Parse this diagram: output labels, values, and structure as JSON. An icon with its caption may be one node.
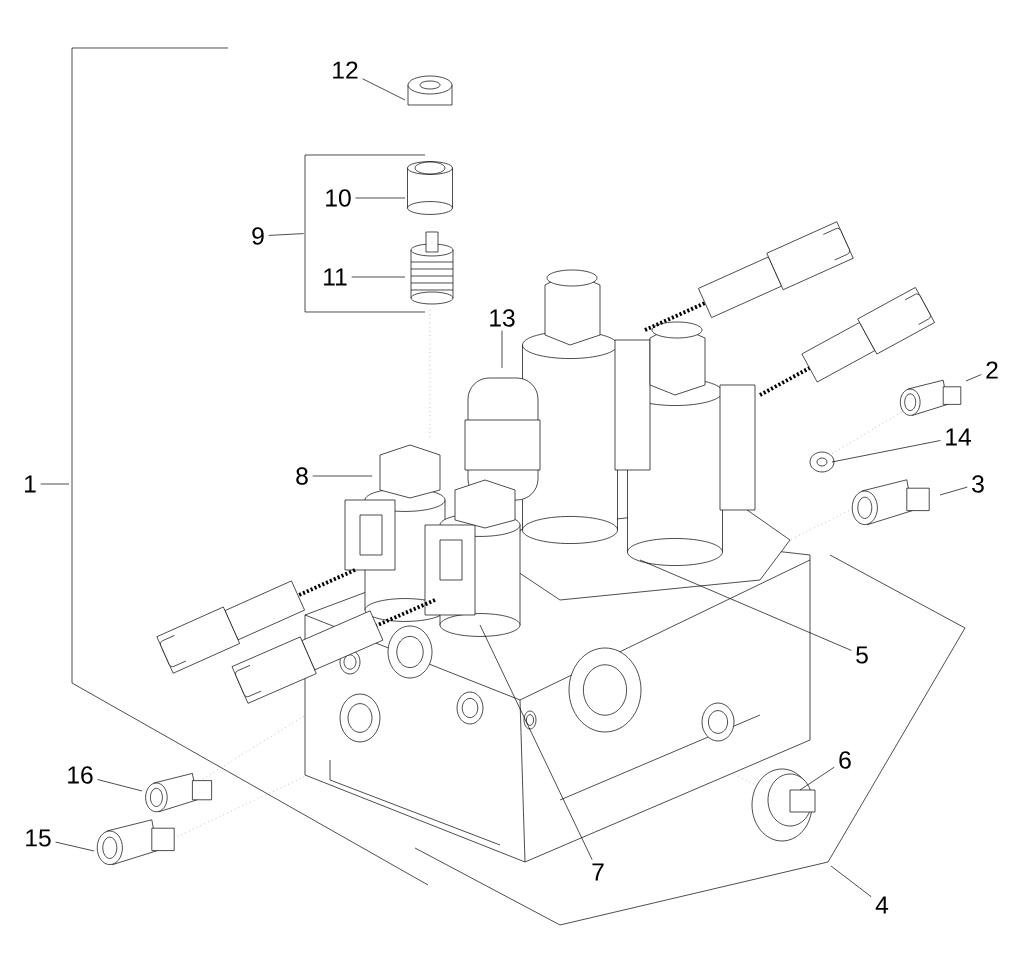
{
  "diagram": {
    "nodes": [
      {
        "text": [
          "12"
        ]
      },
      {
        "text": [
          "10"
        ]
      },
      {
        "text": [
          "9"
        ]
      },
      {
        "text": [
          "11"
        ]
      },
      {
        "text": [
          "13"
        ]
      },
      {
        "text": [
          "2"
        ]
      },
      {
        "text": [
          "1"
        ]
      },
      {
        "text": [
          "8"
        ]
      },
      {
        "text": [
          "14"
        ]
      },
      {
        "text": [
          "3"
        ]
      },
      {
        "text": [
          "5"
        ]
      },
      {
        "text": [
          "6"
        ]
      },
      {
        "text": [
          "16"
        ]
      },
      {
        "text": [
          "15"
        ]
      },
      {
        "text": [
          "7"
        ]
      },
      {
        "text": [
          "4"
        ]
      },
      {
        "text": [],
        "shape": "bracket"
      }
    ],
    "edges": [
      {
        "from": 0,
        "to": null,
        "arrow": "none"
      },
      {
        "from": 1,
        "to": null,
        "arrow": "none"
      },
      {
        "from": 2,
        "to": 16,
        "arrow": "none"
      },
      {
        "from": 3,
        "to": null,
        "arrow": "none"
      },
      {
        "from": 4,
        "to": null,
        "arrow": "none"
      },
      {
        "from": 5,
        "to": null,
        "arrow": "none"
      },
      {
        "from": 6,
        "to": null,
        "arrow": "none"
      },
      {
        "from": 7,
        "to": null,
        "arrow": "none"
      },
      {
        "from": 8,
        "to": null,
        "arrow": "none"
      },
      {
        "from": 9,
        "to": null,
        "arrow": "none"
      },
      {
        "from": 10,
        "to": null,
        "arrow": "none"
      },
      {
        "from": 11,
        "to": null,
        "arrow": "none"
      },
      {
        "from": 12,
        "to": null,
        "arrow": "none"
      },
      {
        "from": 13,
        "to": null,
        "arrow": "none"
      },
      {
        "from": 14,
        "to": null,
        "arrow": "none"
      },
      {
        "from": 15,
        "to": null,
        "arrow": "none"
      }
    ]
  }
}
